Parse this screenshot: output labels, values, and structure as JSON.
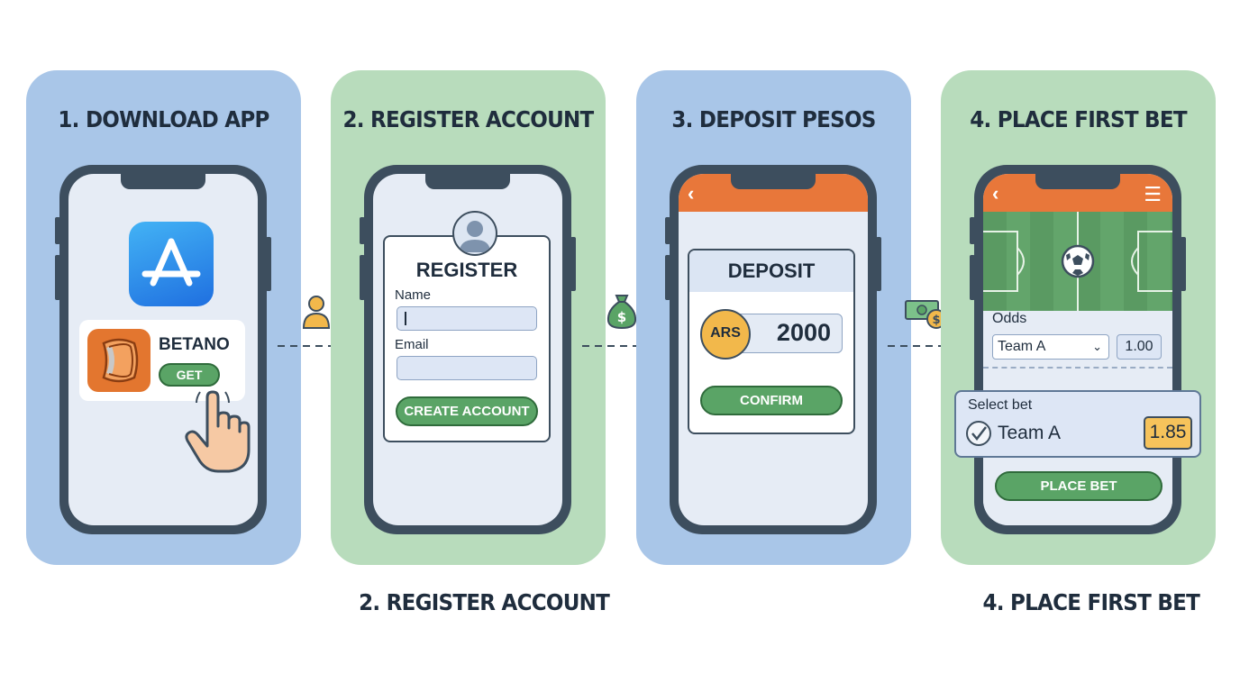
{
  "steps": [
    {
      "title": "1. DOWNLOAD APP",
      "app_name": "BETANO",
      "get_label": "GET"
    },
    {
      "title": "2. REGISTER ACCOUNT",
      "form_title": "REGISTER",
      "name_label": "Name",
      "email_label": "Email",
      "button_label": "CREATE ACCOUNT"
    },
    {
      "title": "3. DEPOSIT PESOS",
      "card_title": "DEPOSIT",
      "currency": "ARS",
      "amount": "2000",
      "button_label": "CONFIRM"
    },
    {
      "title": "4. PLACE FIRST BET",
      "odds_label": "Odds",
      "team_option": "Team A",
      "odds_value": "1.00",
      "select_label": "Select bet",
      "bet_team": "Team A",
      "bet_odds": "1.85",
      "button_label": "PLACE BET"
    }
  ],
  "bottom_labels": [
    "2. REGISTER ACCOUNT",
    "4. PLACE FIRST BET"
  ],
  "colors": {
    "panel_blue": "#a9c6e8",
    "panel_green": "#b8dcbc",
    "accent_orange": "#e8773a",
    "button_green": "#5aa466",
    "phone_frame": "#3d4e5e"
  },
  "icons": [
    "app-store-icon",
    "betano-logo-icon",
    "tap-hand-icon",
    "user-icon",
    "money-bag-icon",
    "cash-coin-icon",
    "coin-icon",
    "back-chevron-icon",
    "menu-icon",
    "soccer-ball-icon",
    "checkmark-icon"
  ]
}
